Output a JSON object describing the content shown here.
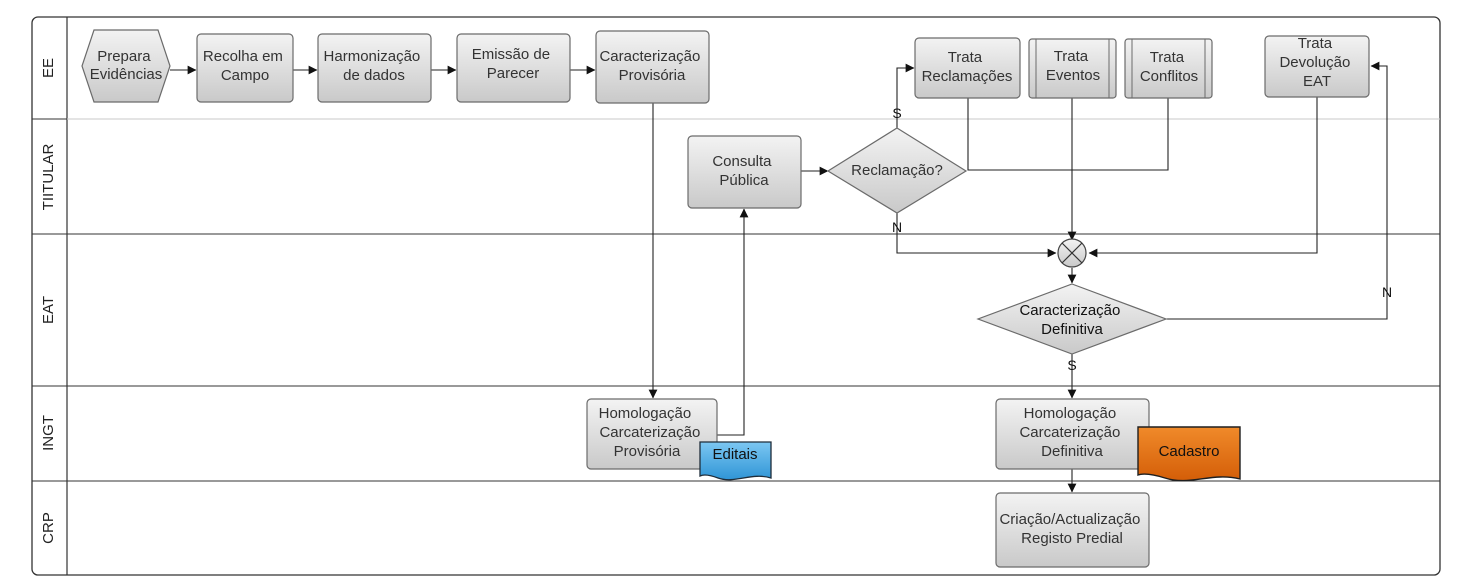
{
  "lanes": [
    "EE",
    "TIITULAR",
    "EAT",
    "INGT",
    "CRP"
  ],
  "nodes": {
    "prepara": [
      "Prepara",
      "Evidências"
    ],
    "recolha": [
      "Recolha em",
      "Campo"
    ],
    "harmonizacao": [
      "Harmonização",
      "de dados"
    ],
    "emissao": [
      "Emissão de",
      "Parecer"
    ],
    "caract_prov": [
      "Caracterização",
      "Provisória"
    ],
    "trata_reclamacoes": [
      "Trata",
      "Reclamações"
    ],
    "trata_eventos": [
      "Trata",
      "Eventos"
    ],
    "trata_conflitos": [
      "Trata",
      "Conflitos"
    ],
    "trata_devolucao": [
      "Trata",
      "Devolução",
      "EAT"
    ],
    "consulta_publica": [
      "Consulta",
      "Pública"
    ],
    "reclamacao_decision": [
      "Reclamação?"
    ],
    "caract_def_decision": [
      "Caracterização",
      "Definitiva"
    ],
    "homolog_prov": [
      "Homologação",
      "Carcaterização",
      "Provisória"
    ],
    "editais": [
      "Editais"
    ],
    "homolog_def": [
      "Homologação",
      "Carcaterização",
      "Definitiva"
    ],
    "cadastro": [
      "Cadastro"
    ],
    "criacao": [
      "Criação/Actualização",
      "Registo Predial"
    ]
  },
  "edge_labels": {
    "reclamacao_sim": "S",
    "reclamacao_nao": "N",
    "caract_def_nao": "N",
    "caract_def_sim": "S"
  },
  "colors": {
    "box_top": "#f2f2f2",
    "box_bottom": "#c8c8c8",
    "editais": "#4aa9e3",
    "cadastro": "#e36b10",
    "lane_border": "#333333"
  }
}
